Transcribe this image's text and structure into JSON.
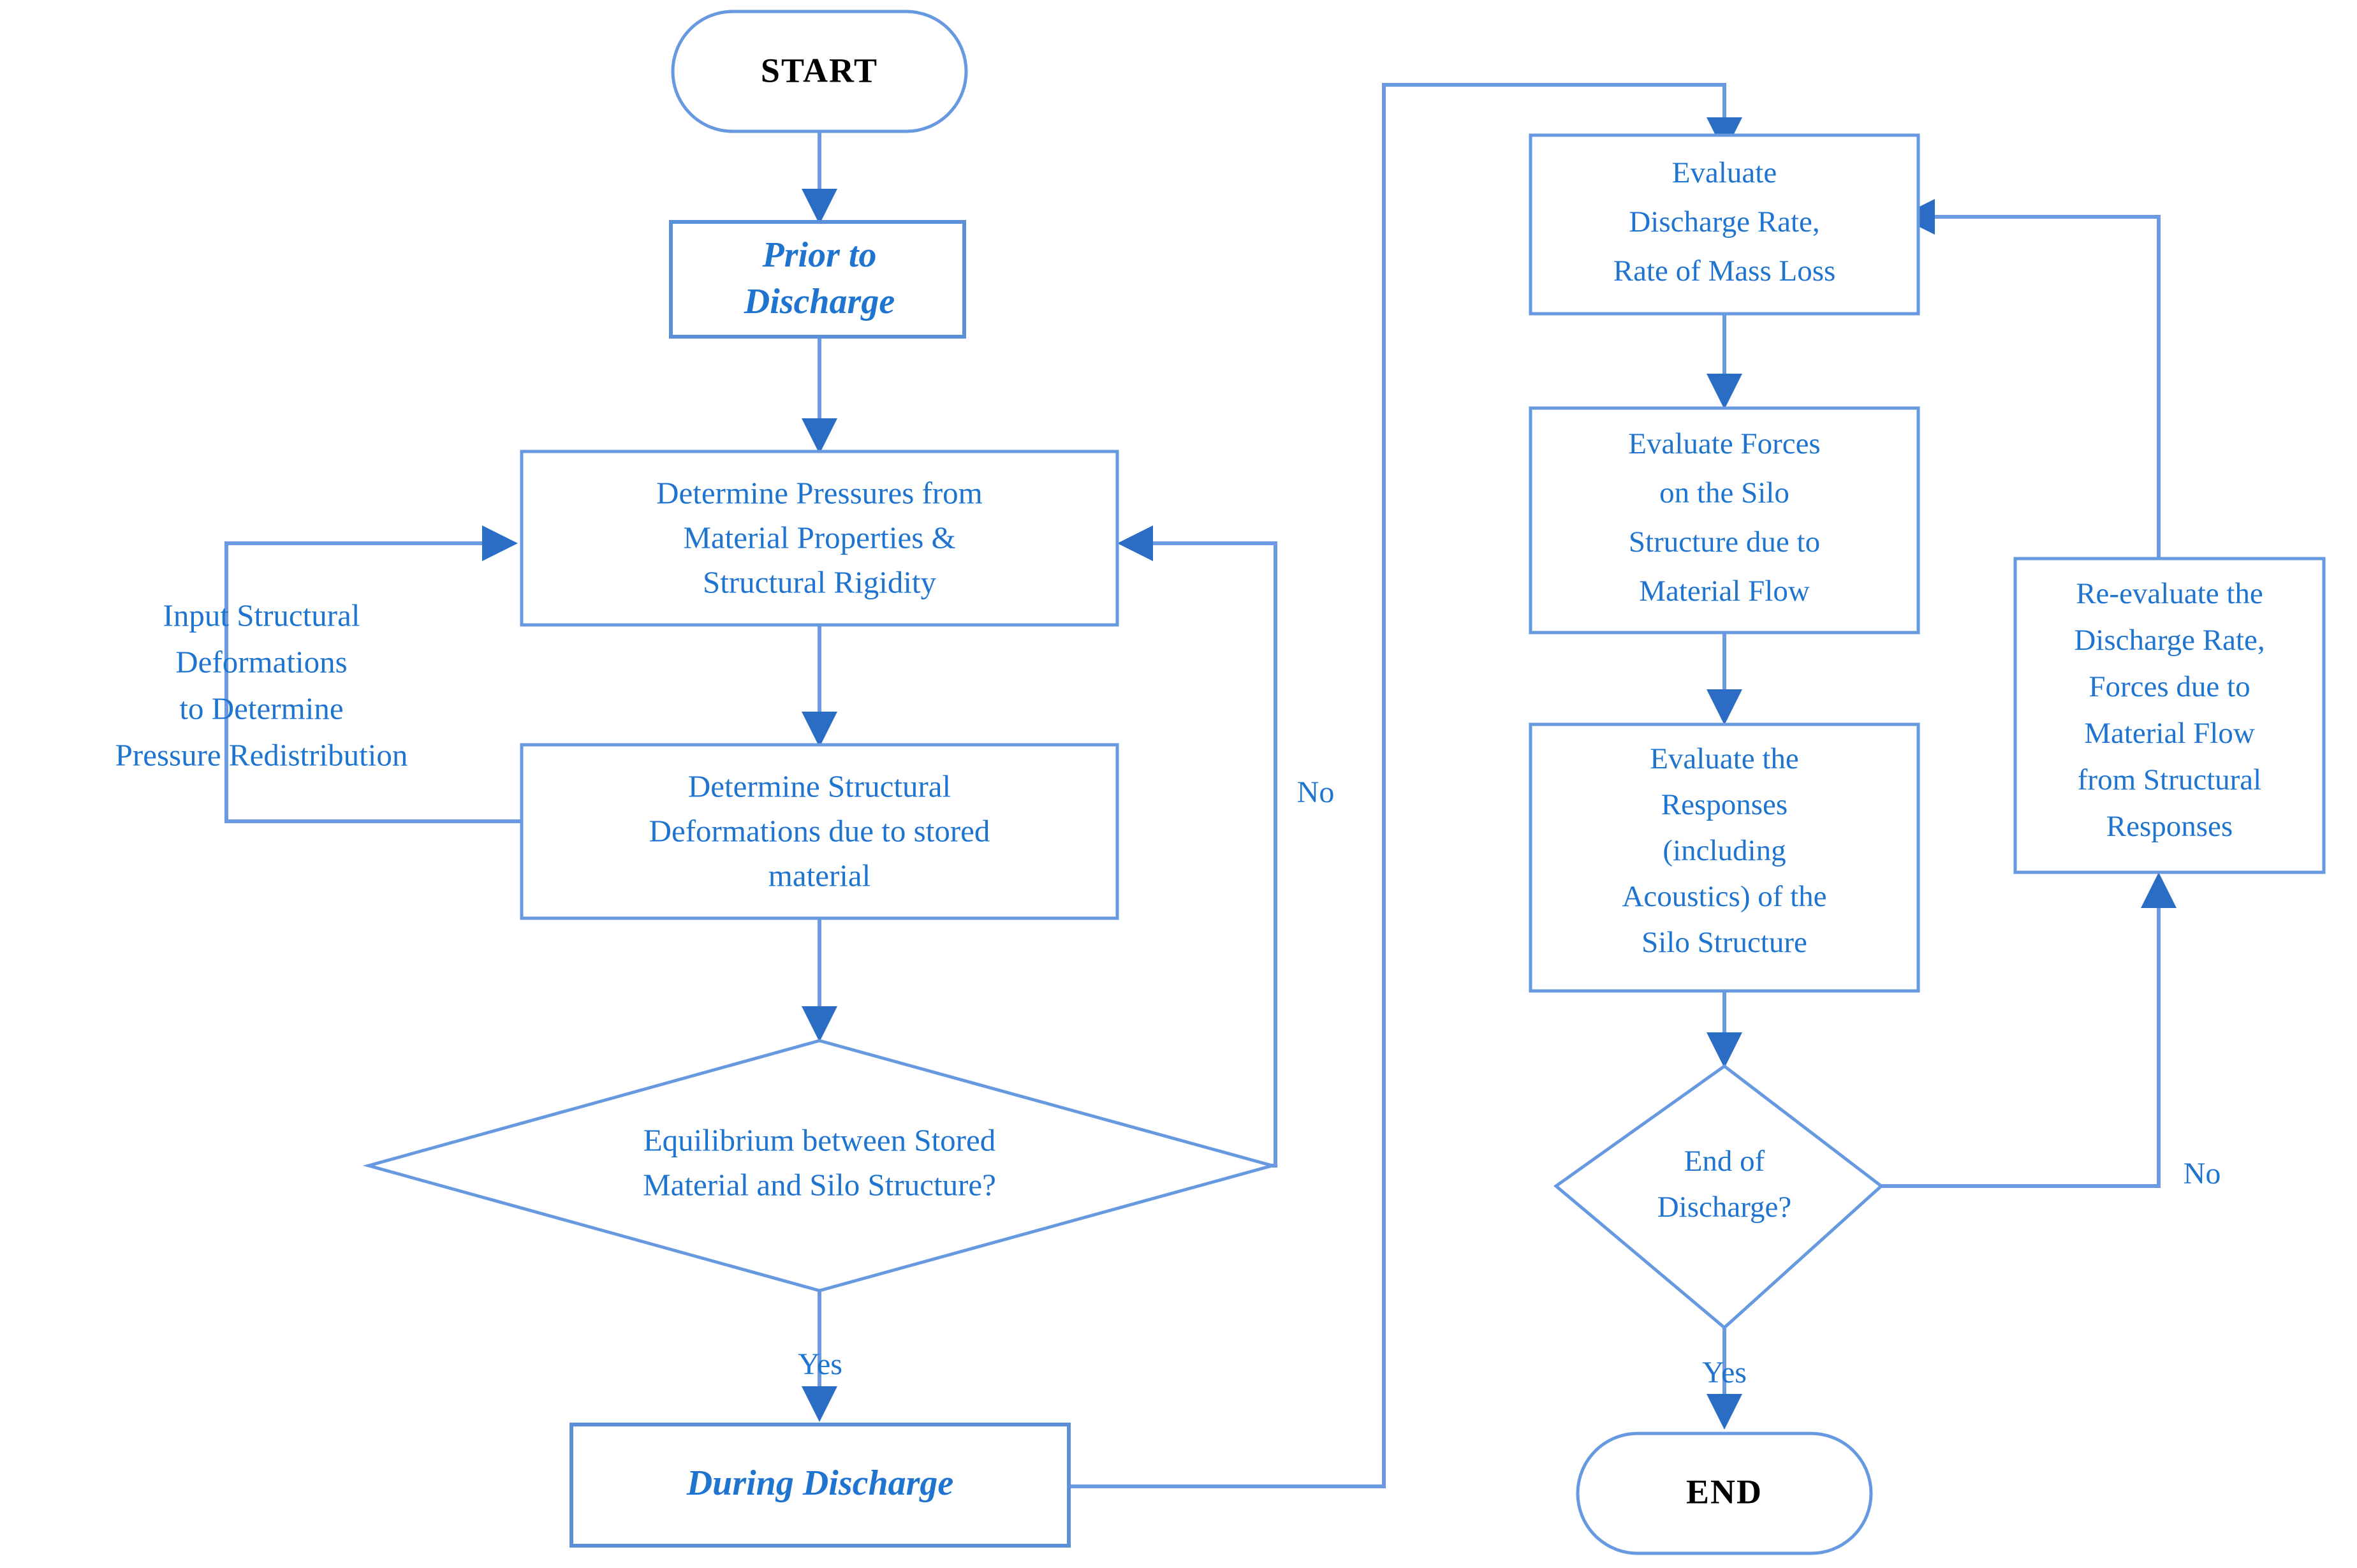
{
  "diagram": {
    "title": "Silo Discharge Analysis Flowchart",
    "accent_color": "#1f74d0",
    "line_color": "#6b9ae2",
    "arrow_color": "#2b6cc4",
    "terminator_text_color": "#000000",
    "background_color": "#ffffff"
  },
  "nodes": {
    "start": {
      "label": "START",
      "shape": "terminator"
    },
    "prior_to_discharge": {
      "line1": "Prior to",
      "line2": "Discharge",
      "shape": "process-phase"
    },
    "determine_pressures": {
      "line1": "Determine Pressures from",
      "line2": "Material Properties &",
      "line3": "Structural Rigidity",
      "shape": "process"
    },
    "determine_deformations": {
      "line1": "Determine Structural",
      "line2": "Deformations due to stored",
      "line3": "material",
      "shape": "process"
    },
    "equilibrium_decision": {
      "line1": "Equilibrium between Stored",
      "line2": "Material and Silo Structure?",
      "shape": "decision"
    },
    "during_discharge": {
      "line1": "During Discharge",
      "shape": "process-phase"
    },
    "evaluate_discharge_rate": {
      "line1": "Evaluate",
      "line2": "Discharge Rate,",
      "line3": "Rate of Mass Loss",
      "shape": "process"
    },
    "evaluate_forces": {
      "line1": "Evaluate Forces",
      "line2": "on the Silo",
      "line3": "Structure due to",
      "line4": "Material Flow",
      "shape": "process"
    },
    "evaluate_responses": {
      "line1": "Evaluate the",
      "line2": "Responses",
      "line3": "(including",
      "line4": "Acoustics) of the",
      "line5": "Silo Structure",
      "shape": "process"
    },
    "end_of_discharge_decision": {
      "line1": "End of",
      "line2": "Discharge?",
      "shape": "decision"
    },
    "reevaluate": {
      "line1": "Re-evaluate the",
      "line2": "Discharge Rate,",
      "line3": "Forces due to",
      "line4": "Material Flow",
      "line5": "from Structural",
      "line6": "Responses",
      "shape": "process"
    },
    "end": {
      "label": "END",
      "shape": "terminator"
    }
  },
  "free_labels": {
    "input_structural_deformations": {
      "line1": "Input Structural",
      "line2": "Deformations",
      "line3": "to Determine",
      "line4": "Pressure Redistribution"
    }
  },
  "edge_labels": {
    "equilibrium_no": "No",
    "equilibrium_yes": "Yes",
    "end_discharge_no": "No",
    "end_discharge_yes": "Yes"
  },
  "flow_edges": [
    {
      "from": "start",
      "to": "prior_to_discharge",
      "label": ""
    },
    {
      "from": "prior_to_discharge",
      "to": "determine_pressures",
      "label": ""
    },
    {
      "from": "determine_pressures",
      "to": "determine_deformations",
      "label": ""
    },
    {
      "from": "determine_deformations",
      "to": "equilibrium_decision",
      "label": ""
    },
    {
      "from": "determine_deformations",
      "to": "determine_pressures",
      "label": "Input Structural Deformations to Determine Pressure Redistribution"
    },
    {
      "from": "equilibrium_decision",
      "to": "determine_pressures",
      "label": "No"
    },
    {
      "from": "equilibrium_decision",
      "to": "during_discharge",
      "label": "Yes"
    },
    {
      "from": "during_discharge",
      "to": "evaluate_discharge_rate",
      "label": ""
    },
    {
      "from": "evaluate_discharge_rate",
      "to": "evaluate_forces",
      "label": ""
    },
    {
      "from": "evaluate_forces",
      "to": "evaluate_responses",
      "label": ""
    },
    {
      "from": "evaluate_responses",
      "to": "end_of_discharge_decision",
      "label": ""
    },
    {
      "from": "end_of_discharge_decision",
      "to": "reevaluate",
      "label": "No"
    },
    {
      "from": "reevaluate",
      "to": "evaluate_discharge_rate",
      "label": ""
    },
    {
      "from": "end_of_discharge_decision",
      "to": "end",
      "label": "Yes"
    }
  ]
}
